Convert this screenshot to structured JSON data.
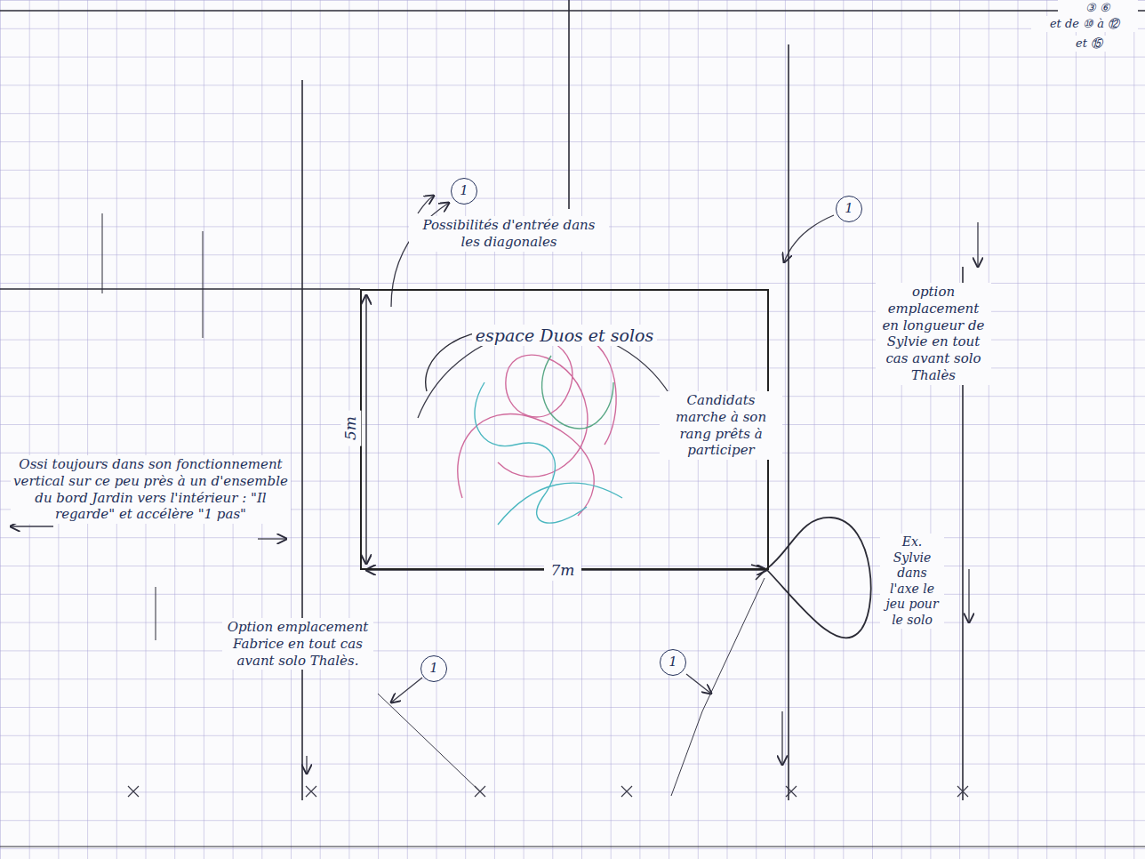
{
  "diagram": {
    "nodes": [
      {
        "text": [
          "espace Duos et solos"
        ]
      }
    ],
    "labels": [
      "③ ⑥",
      "et de ⑩ à ⑫",
      "et ⑮",
      "1",
      "1",
      "1",
      "1",
      "Possibilités d'entrée dans les diagonales",
      "5m",
      "7m",
      "Ossi toujours dans son fonctionnement vertical sur ce peu près à un d'ensemble du bord Jardin vers l'intérieur : \"Il regarde\" et accélère \"1 pas\"",
      "Candidats marche à son rang prêts à participer",
      "option emplacement en longueur de Sylvie en tout cas avant solo Thalès",
      "Option emplacement Fabrice en tout cas avant solo Thalès.",
      "Ex. Sylvie dans l'axe le jeu pour le solo"
    ]
  }
}
